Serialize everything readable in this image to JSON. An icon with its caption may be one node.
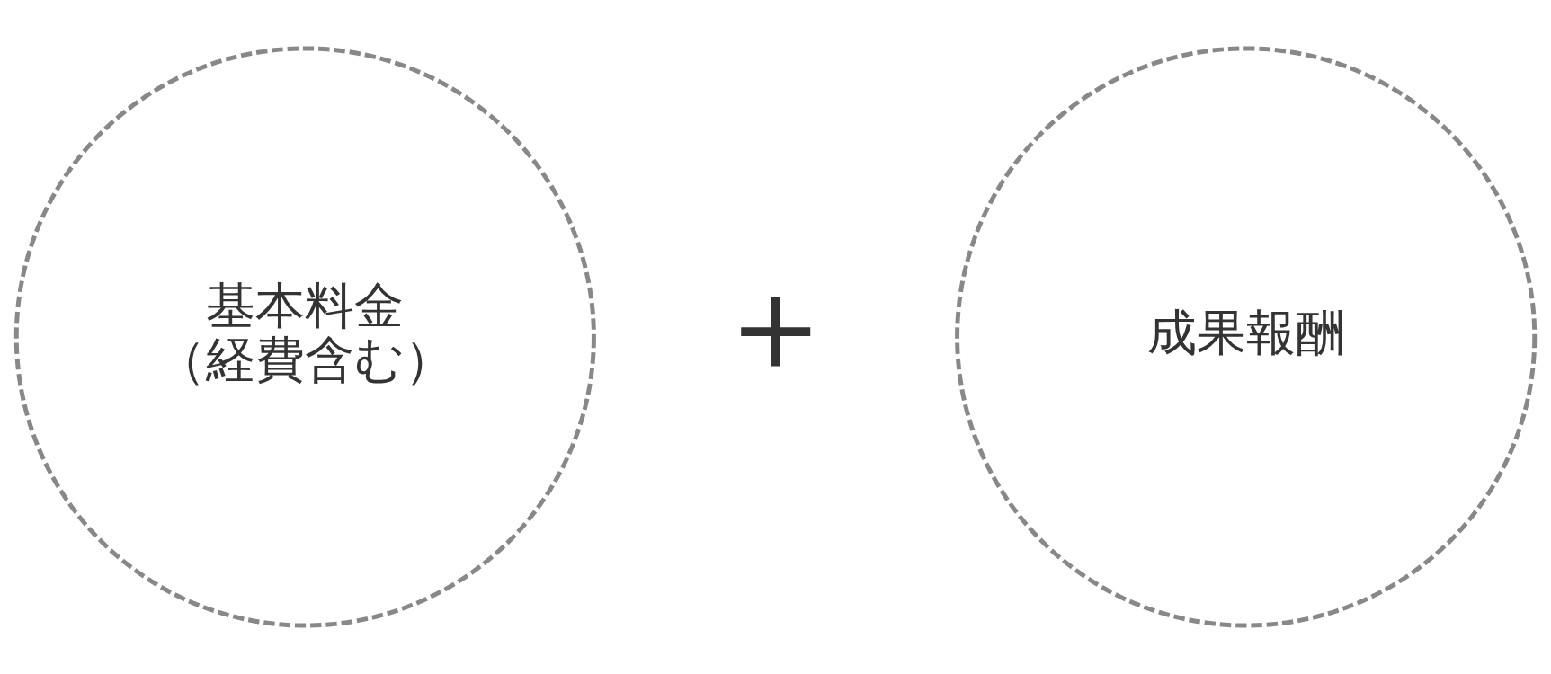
{
  "diagram": {
    "nodes": [
      {
        "text": [
          "基本料金",
          "（経費含む）"
        ]
      },
      {
        "text": [
          "成果報酬"
        ]
      }
    ],
    "labels": [
      "＋"
    ]
  }
}
